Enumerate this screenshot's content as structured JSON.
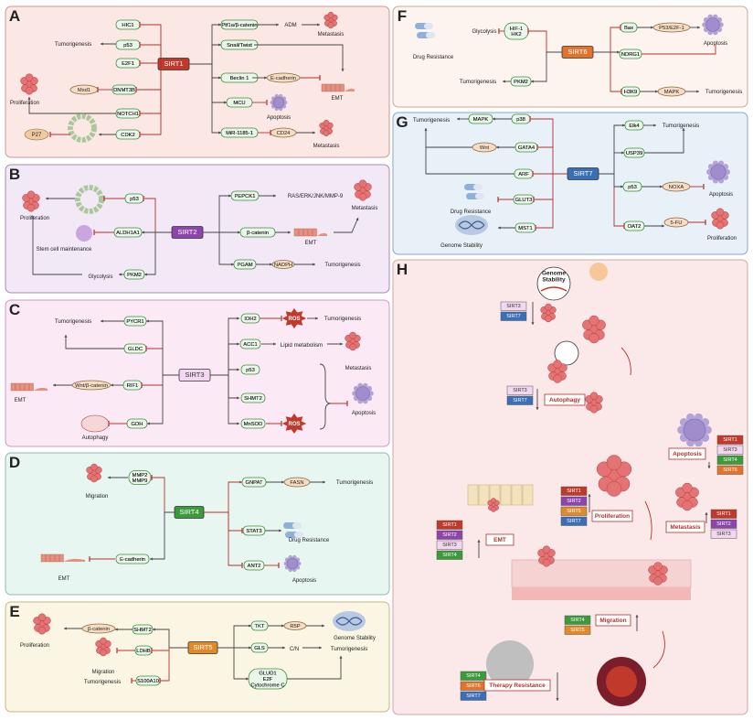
{
  "panels": {
    "A": {
      "letter": "A",
      "sirt": "SIRT1",
      "color": "#c0392b",
      "bg": "#fbe7e4",
      "border": "#c89a95",
      "nodes": [
        "HIC1",
        "p53",
        "E2F1",
        "DNMT3B",
        "NOTCH1",
        "CDK2",
        "Ptf1a/β-catenin",
        "Snail/Twist",
        "Beclin 1",
        "MCU",
        "MiR-1185-1"
      ],
      "ovals": [
        "Mxd1",
        "E-cadherin",
        "CD24"
      ],
      "texts": {
        "tumor": "Tumorigenesis",
        "prolif": "Proliferation",
        "p27": "P27",
        "adm": "ADM",
        "meta1": "Metastasis",
        "emt": "EMT",
        "apop": "Apoptosis",
        "meta2": "Metastasis"
      }
    },
    "B": {
      "letter": "B",
      "sirt": "SIRT2",
      "color": "#8e44ad",
      "bg": "#f3e8f6",
      "border": "#a58bb5",
      "nodes": [
        "p53",
        "ALDH1A1",
        "PKM2",
        "PEPCK1",
        "β-catenin",
        "PGAM"
      ],
      "ovals": [
        "NADPH"
      ],
      "texts": {
        "prolif": "Proliferation",
        "stem": "Stem cell maintenance",
        "glyco": "Glycolysis",
        "ras": "RAS/ERK/JNK/MMP-9",
        "meta": "Metastasis",
        "emt": "EMT",
        "tumor": "Tumorigenesis"
      }
    },
    "C": {
      "letter": "C",
      "sirt": "SIRT3",
      "color": "#f3d6ef",
      "bg": "#fbeaf5",
      "border": "#c99cbf",
      "nodes": [
        "PYCR1",
        "GLDC",
        "RIF1",
        "GDH",
        "IDH2",
        "ACC1",
        "p53",
        "SHMT2",
        "MnSOD"
      ],
      "ovals": [
        "Wnt/β-catenin"
      ],
      "texts": {
        "tumor1": "Tumorigenesis",
        "emt": "EMT",
        "auto": "Autophagy",
        "ros": "ROS",
        "tumor2": "Tumorigenesis",
        "lipid": "Lipid metabolism",
        "meta": "Metastasis",
        "apop": "Apoptosis"
      }
    },
    "D": {
      "letter": "D",
      "sirt": "SIRT4",
      "color": "#3a9b3a",
      "bg": "#e8f6f1",
      "border": "#8fb9aa",
      "nodes": [
        "MMP2\nMMP9",
        "E-cadherin",
        "GNPAT",
        "STAT3",
        "ANT2"
      ],
      "ovals": [
        "FASN"
      ],
      "texts": {
        "mig": "Migration",
        "emt": "EMT",
        "tumor": "Tumorigenesis",
        "drug": "Drug Resistance",
        "apop": "Apoptosis"
      }
    },
    "E": {
      "letter": "E",
      "sirt": "SIRT5",
      "color": "#e08a2c",
      "bg": "#fbf6e3",
      "border": "#c9b57a",
      "nodes": [
        "SHMT2",
        "LDHB",
        "S100A10",
        "TKT",
        "GLS",
        "GLUD1\nE2F\nCytochrome C"
      ],
      "ovals": [
        "β-catenin",
        "R5P"
      ],
      "texts": {
        "prolif": "Proliferation",
        "mig": "Migration",
        "tumor1": "Tumorigenesis",
        "gen": "Genome Stability",
        "cn": "C/N",
        "tumor2": "Tumorigenesis"
      }
    },
    "F": {
      "letter": "F",
      "sirt": "SIRT6",
      "color": "#e0742c",
      "bg": "#fdf3ef",
      "border": "#c9a89a",
      "nodes": [
        "HIF-1\nHK2",
        "PKM2",
        "Bax",
        "NDRG1",
        "H3K9"
      ],
      "ovals": [
        "P53/E2F-1",
        "MAPK"
      ],
      "texts": {
        "glyco": "Glycolysis",
        "drug": "Drug Resistance",
        "tumor1": "Tumorigenesis",
        "apop": "Apoptosis",
        "tumor2": "Tumorigenesis"
      }
    },
    "G": {
      "letter": "G",
      "sirt": "SIRT7",
      "color": "#3a6fb5",
      "bg": "#e8f0f8",
      "border": "#8aa6c8",
      "nodes": [
        "MAPK",
        "p38",
        "GATA4",
        "ARF",
        "GLUT3",
        "MST1",
        "Elk4",
        "USP39",
        "p53",
        "OAT2"
      ],
      "ovals": [
        "Wnt",
        "NOXA",
        "5-FU"
      ],
      "texts": {
        "tumor1": "Tumorigenesis",
        "drug": "Drug Resistance",
        "gen": "Genome Stability",
        "tumor2": "Tumorigenesis",
        "apop": "Apoptosis",
        "prolif": "Proliferation"
      }
    },
    "H": {
      "letter": "H",
      "bg": "#fbe9ea",
      "border": "#d5a3a6",
      "texts": {
        "gen": "Genome\nStability",
        "auto": "Autophagy",
        "apop": "Apoptosis",
        "prolif": "Proliferation",
        "meta": "Metastasis",
        "emt": "EMT",
        "mig": "Migration",
        "ther": "Therapy Resistance"
      },
      "groups": {
        "gen": [
          "SIRT3",
          "SIRT7"
        ],
        "auto": [
          "SIRT3",
          "SIRT7"
        ],
        "apop": [
          "SIRT1",
          "SIRT3",
          "SIRT4",
          "SIRT6"
        ],
        "prolif": [
          "SIRT1",
          "SIRT2",
          "SIRT5",
          "SIRT7"
        ],
        "meta": [
          "SIRT1",
          "SIRT2",
          "SIRT3"
        ],
        "emt": [
          "SIRT1",
          "SIRT2",
          "SIRT3",
          "SIRT4"
        ],
        "mig": [
          "SIRT4",
          "SIRT5"
        ],
        "ther": [
          "SIRT4",
          "SIRT6",
          "SIRT7"
        ]
      }
    }
  },
  "sirt_colors": {
    "SIRT1": "#c0392b",
    "SIRT2": "#8e44ad",
    "SIRT3": "#f3d6ef",
    "SIRT4": "#3a9b3a",
    "SIRT5": "#e08a2c",
    "SIRT6": "#e0742c",
    "SIRT7": "#3a6fb5"
  }
}
